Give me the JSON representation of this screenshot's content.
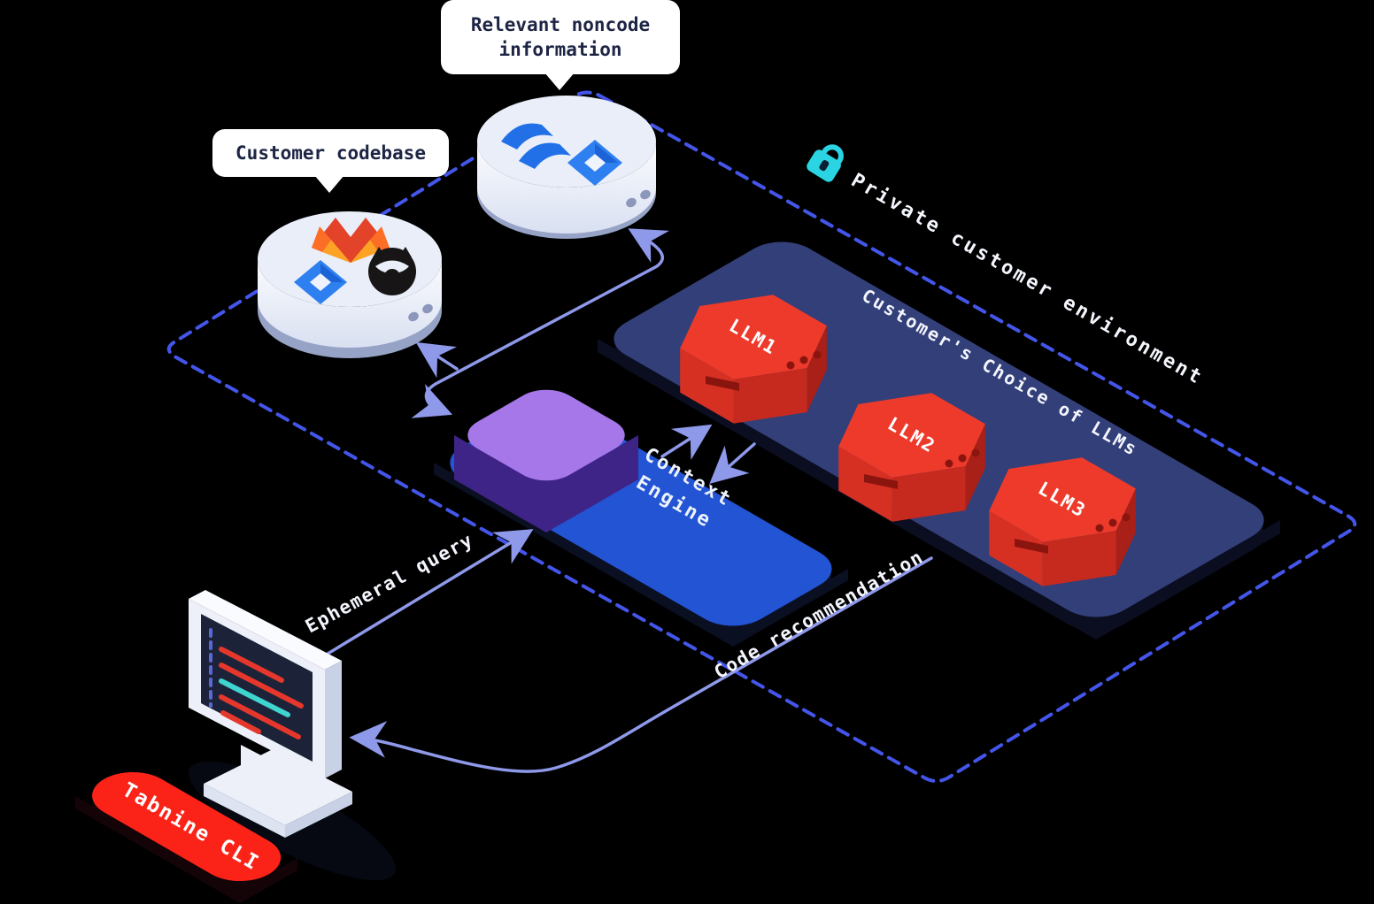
{
  "bubbles": {
    "noncode": {
      "line1": "Relevant noncode",
      "line2": "information"
    },
    "codebase": {
      "text": "Customer codebase"
    }
  },
  "environment": {
    "label": "Private customer environment"
  },
  "llm_panel": {
    "title": "Customer's Choice of LLMs",
    "llms": [
      {
        "label": "LLM1"
      },
      {
        "label": "LLM2"
      },
      {
        "label": "LLM3"
      }
    ]
  },
  "context_engine": {
    "line1": "Context",
    "line2": "Engine"
  },
  "flows": {
    "ephemeral_query": "Ephemeral query",
    "code_recommendation": "Code recommendation"
  },
  "cli": {
    "label": "Tabnine CLI"
  },
  "colors": {
    "dash_border": "#4456ea",
    "arrow": "#8e99ea",
    "llm_red": "#ee3a2b",
    "panel_navy": "#333f79",
    "engine_blue": "#2254d3",
    "cube_purple": "#a677e8",
    "lock_cyan": "#2bd4e2",
    "cli_red": "#fb2318"
  }
}
